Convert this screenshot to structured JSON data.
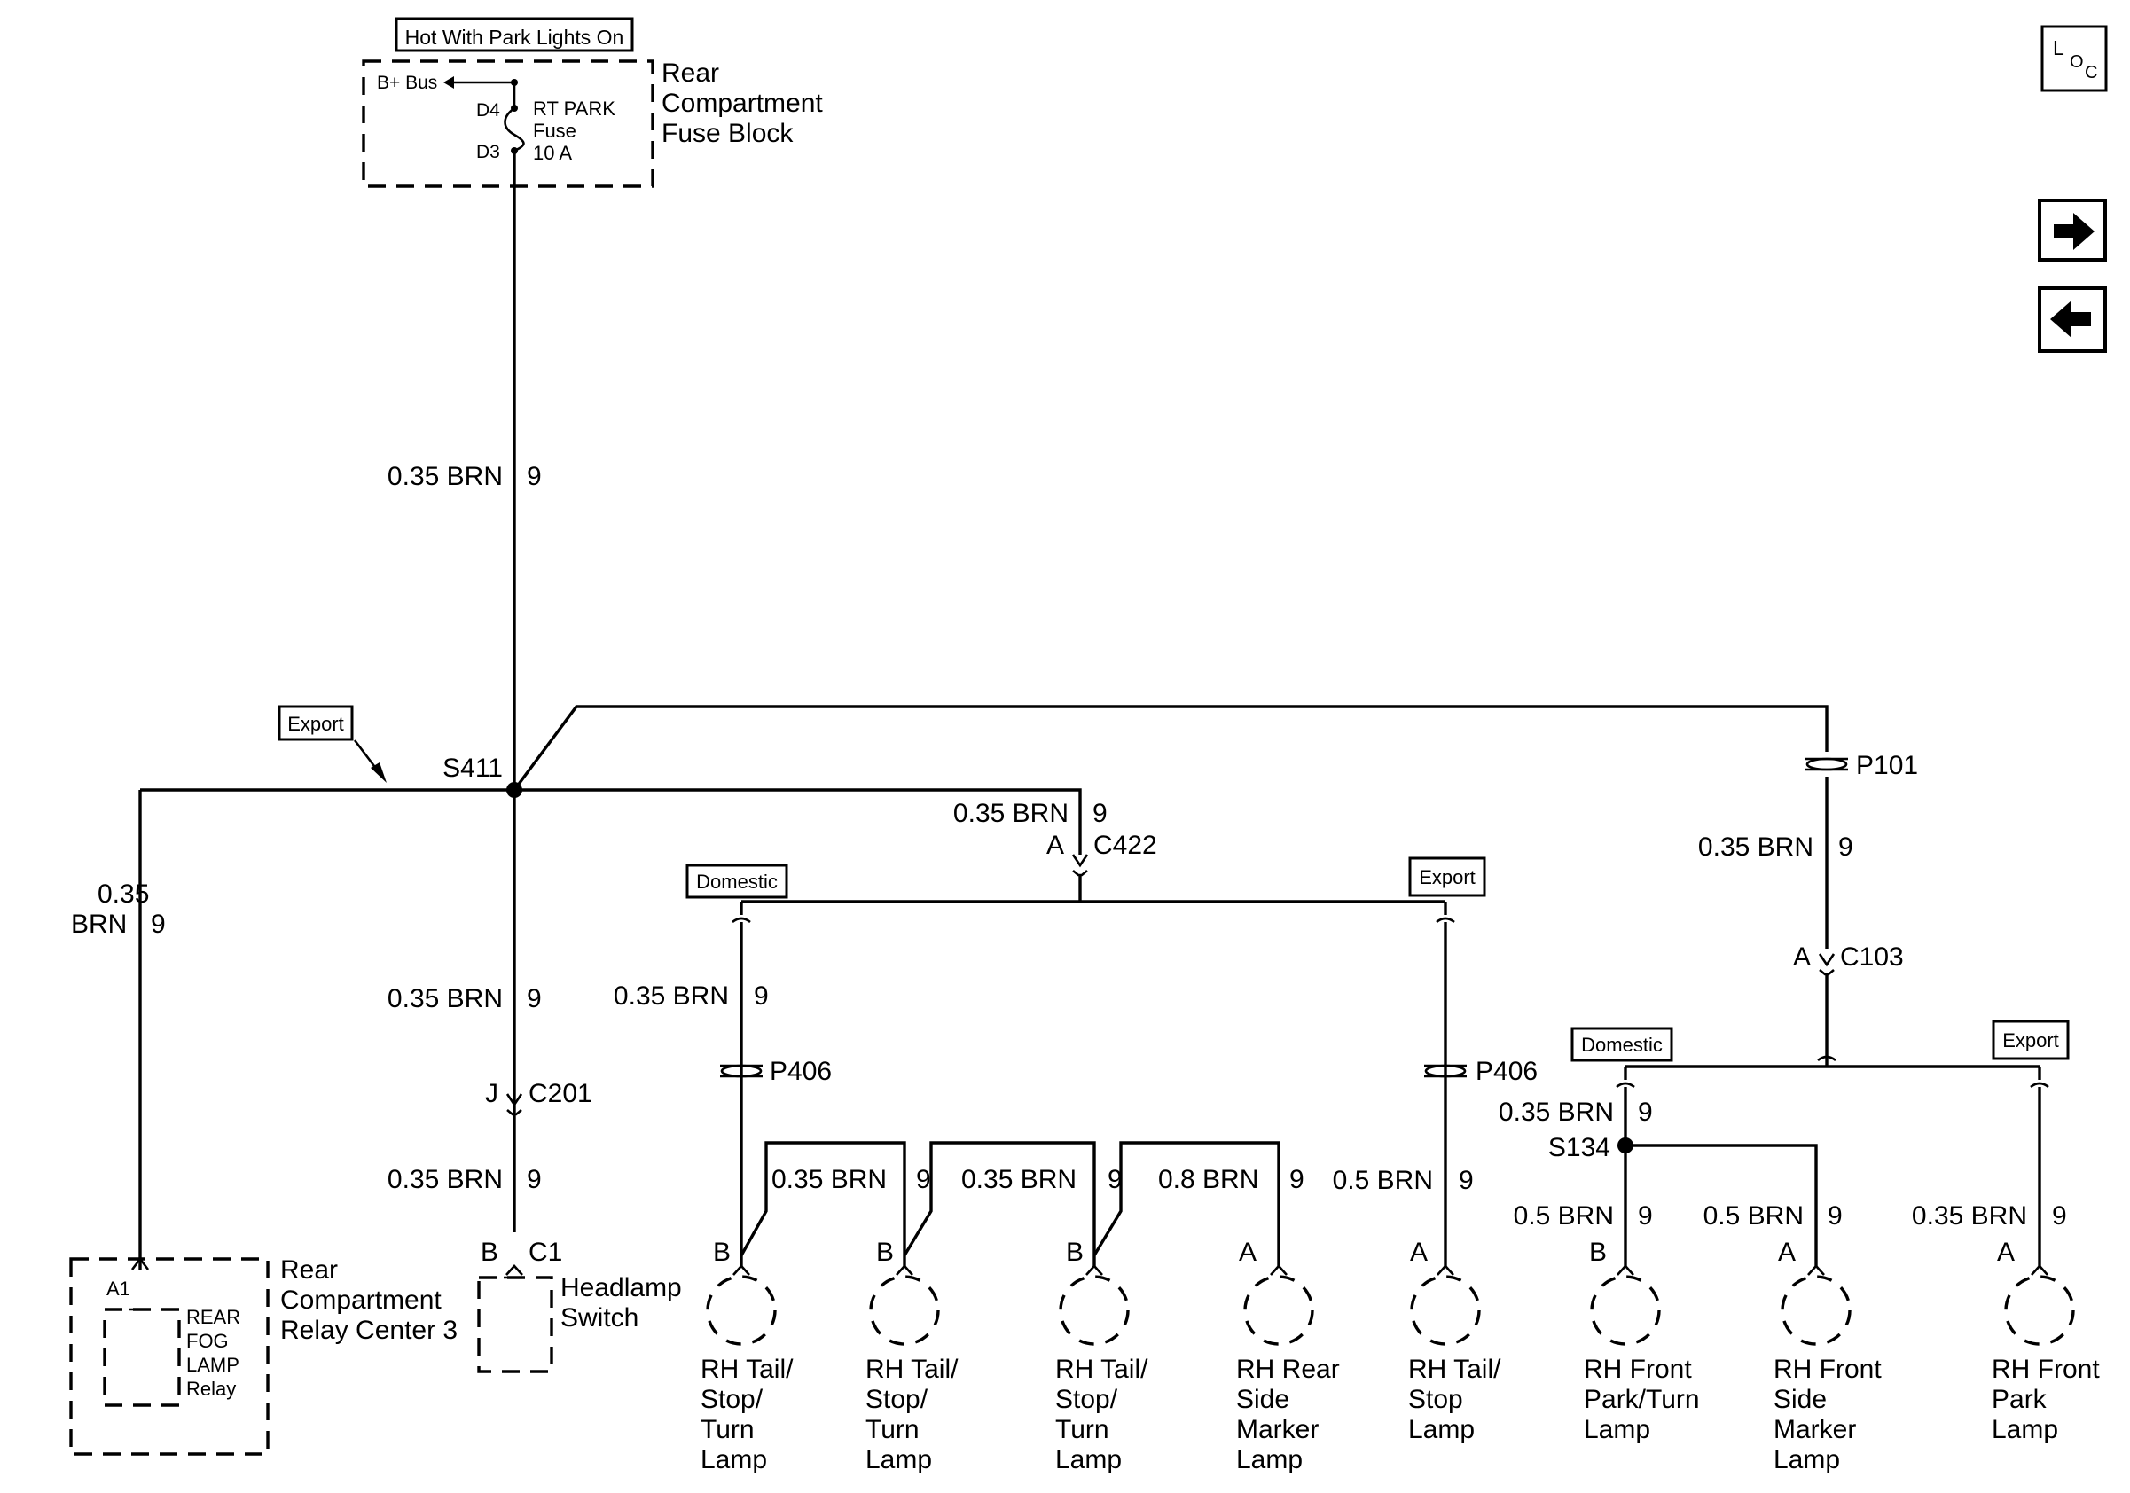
{
  "fuse_block": {
    "hot_label": "Hot With Park Lights On",
    "bus_label": "B+ Bus",
    "pin_top": "D4",
    "pin_bottom": "D3",
    "fuse_name": "RT PARK",
    "fuse_word": "Fuse",
    "fuse_rating": "10 A",
    "name": [
      "Rear",
      "Compartment",
      "Fuse Block"
    ]
  },
  "nav": {
    "loc": {
      "big": "L",
      "small_o": "O",
      "small_c": "C"
    },
    "next_icon": "right-arrow-icon",
    "prev_icon": "left-arrow-icon"
  },
  "wires": {
    "main_feed": "0.35 BRN",
    "splice_s411": "S411",
    "export_tag": "Export",
    "left_drop": [
      "0.35",
      "BRN"
    ],
    "headlamp_drop": "0.35 BRN",
    "c422_wire": "0.35 BRN",
    "p101_wire": "0.35 BRN",
    "c201_wire": "0.35 BRN",
    "p406_left_wire": "0.35 BRN",
    "tail1_jumper": "0.35 BRN",
    "tail2_jumper": "0.35 BRN",
    "marker_jumper": "0.8 BRN",
    "tail_stop_wire": "0.5 BRN",
    "s134_feed": "0.35 BRN",
    "front_turn_wire": "0.5 BRN",
    "front_side_wire": "0.5 BRN",
    "front_park_wire": "0.35 BRN",
    "circuit": "9"
  },
  "connectors": {
    "c422": "C422",
    "c422_pin": "A",
    "p101": "P101",
    "c103": "C103",
    "c103_pin": "A",
    "c201": "C201",
    "c201_pin": "J",
    "c1": "C1",
    "c1_pin": "B",
    "p406_left": "P406",
    "p406_right": "P406",
    "s134": "S134"
  },
  "options": {
    "domestic": "Domestic",
    "export": "Export"
  },
  "components": {
    "relay_center": {
      "pin": "A1",
      "relay_lines": [
        "REAR",
        "FOG",
        "LAMP",
        "Relay"
      ],
      "name": [
        "Rear",
        "Compartment",
        "Relay Center 3"
      ]
    },
    "headlamp_switch": [
      "Headlamp",
      "Switch"
    ],
    "lamps": [
      {
        "pin": "B",
        "name": [
          "RH Tail/",
          "Stop/",
          "Turn",
          "Lamp"
        ]
      },
      {
        "pin": "B",
        "name": [
          "RH Tail/",
          "Stop/",
          "Turn",
          "Lamp"
        ]
      },
      {
        "pin": "B",
        "name": [
          "RH Tail/",
          "Stop/",
          "Turn",
          "Lamp"
        ]
      },
      {
        "pin": "A",
        "name": [
          "RH Rear",
          "Side",
          "Marker",
          "Lamp"
        ]
      },
      {
        "pin": "A",
        "name": [
          "RH Tail/",
          "Stop",
          "Lamp"
        ]
      },
      {
        "pin": "B",
        "name": [
          "RH Front",
          "Park/Turn",
          "Lamp"
        ]
      },
      {
        "pin": "A",
        "name": [
          "RH Front",
          "Side",
          "Marker",
          "Lamp"
        ]
      },
      {
        "pin": "A",
        "name": [
          "RH Front",
          "Park",
          "Lamp"
        ]
      }
    ]
  }
}
